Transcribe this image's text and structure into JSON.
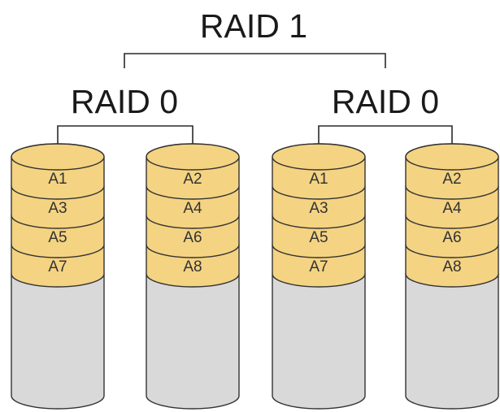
{
  "title": "RAID 1",
  "colors": {
    "data_block": "#f4d382",
    "empty": "#d9d9d9",
    "outline": "#333333"
  },
  "groups": [
    {
      "label": "RAID 0",
      "disks": [
        {
          "blocks": [
            "A1",
            "A3",
            "A5",
            "A7"
          ]
        },
        {
          "blocks": [
            "A2",
            "A4",
            "A6",
            "A8"
          ]
        }
      ]
    },
    {
      "label": "RAID 0",
      "disks": [
        {
          "blocks": [
            "A1",
            "A3",
            "A5",
            "A7"
          ]
        },
        {
          "blocks": [
            "A2",
            "A4",
            "A6",
            "A8"
          ]
        }
      ]
    }
  ]
}
